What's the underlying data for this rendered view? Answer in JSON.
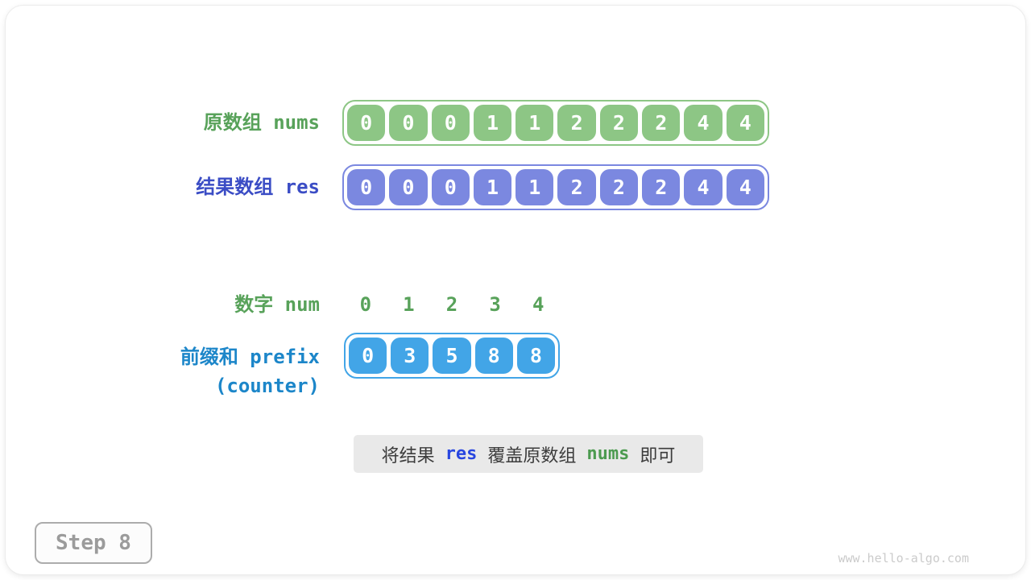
{
  "rows": {
    "nums": {
      "label": "原数组 nums",
      "cells": [
        "0",
        "0",
        "0",
        "1",
        "1",
        "2",
        "2",
        "2",
        "4",
        "4"
      ]
    },
    "res": {
      "label": "结果数组 res",
      "cells": [
        "0",
        "0",
        "0",
        "1",
        "1",
        "2",
        "2",
        "2",
        "4",
        "4"
      ]
    },
    "num": {
      "label": "数字 num",
      "ticks": [
        "0",
        "1",
        "2",
        "3",
        "4"
      ]
    },
    "prefix": {
      "label_line1": "前缀和 prefix",
      "label_line2": "(counter)",
      "cells": [
        "0",
        "3",
        "5",
        "8",
        "8"
      ]
    }
  },
  "note": {
    "part1": "将结果",
    "res_token": "res",
    "part2": "覆盖原数组",
    "nums_token": "nums",
    "part3": "即可"
  },
  "step_label": "Step 8",
  "watermark": "www.hello-algo.com",
  "colors": {
    "nums_fill": "#8dc685",
    "res_fill": "#7b88e0",
    "prefix_fill": "#42a5e7",
    "nums_label_text": "#58a25a",
    "res_label_text": "#3b4dc5",
    "prefix_label_text": "#1c86c9",
    "note_bg": "#e9e9e9",
    "note_res_token": "#2846e0",
    "note_nums_token": "#4c9b50",
    "step_text": "#9b9b9b",
    "watermark_text": "#cbcbcb"
  }
}
